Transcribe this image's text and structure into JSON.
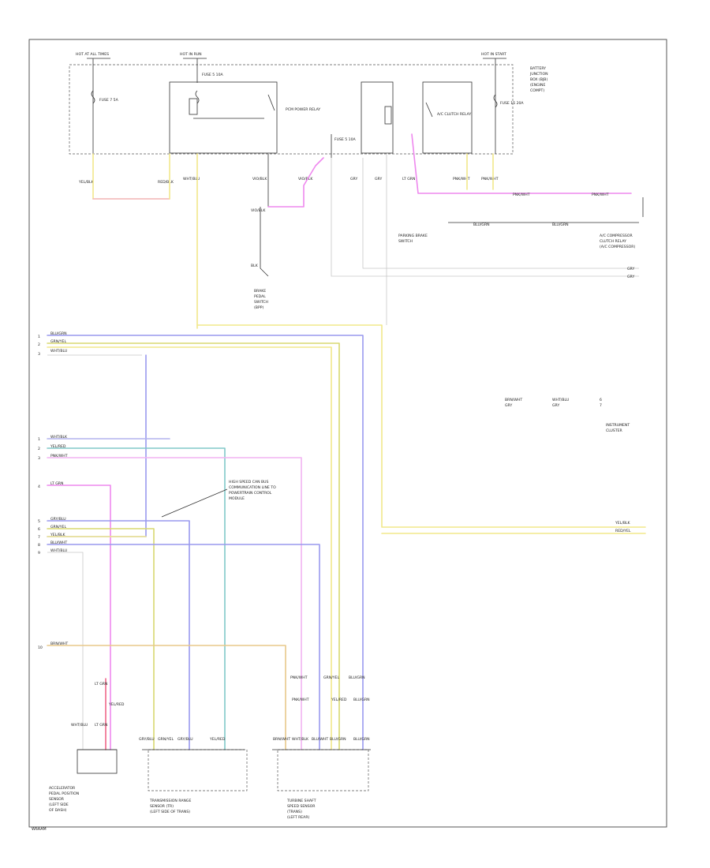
{
  "footer_code": "W6AAM",
  "modules": {
    "battery_junction_box": [
      "BATTERY",
      "JUNCTION",
      "BOX (BJB)",
      "(ENGINE",
      "COMPT)"
    ],
    "brake_pedal_switch": [
      "BRAKE",
      "PEDAL",
      "SWITCH",
      "(BPP)"
    ],
    "parking_brake_switch": [
      "PARKING BRAKE",
      "SWITCH"
    ],
    "instrument_cluster": [
      "INSTRUMENT",
      "CLUSTER"
    ],
    "accelerator_pedal_sensor": [
      "ACCELERATOR",
      "PEDAL POSITION",
      "SENSOR",
      "(LEFT SIDE",
      "OF DASH)"
    ],
    "transmission_range_sensor": [
      "TRANSMISSION RANGE",
      "SENSOR (TR)",
      "(LEFT SIDE OF TRANS)"
    ],
    "turbine_shaft_speed_sensor": [
      "TURBINE SHAFT",
      "SPEED SENSOR",
      "(TRANS)",
      "(LEFT REAR)"
    ],
    "pcm_note": [
      "HIGH SPEED CAN BUS",
      "COMMUNICATION LINE TO",
      "POWERTRAIN CONTROL",
      "MODULE"
    ],
    "ac_compressor": [
      "A/C COMPRESSOR",
      "CLUTCH RELAY",
      "(A/C COMPRESSOR)"
    ]
  },
  "fuse_labels": [
    "HOT AT ALL TIMES",
    "HOT IN RUN",
    "HOT IN START"
  ],
  "fuses": [
    "FUSE 7 5A",
    "FUSE 5 10A",
    "FUSE 15 20A"
  ],
  "relays": [
    "PCM POWER RELAY",
    "A/C CLUTCH RELAY"
  ],
  "wire_codes": [
    "YEL/BLK",
    "RED/BLK",
    "WHT/BLU",
    "BLU/GRN",
    "GRN/YEL",
    "VIO/BLK",
    "LT GRN",
    "PNK/WHT",
    "BLK",
    "GRY",
    "BRN/WHT",
    "WHT/BLK",
    "YEL/RED",
    "GRY/BLU",
    "BLU/WHT",
    "RED/YEL"
  ],
  "pin_refs": [
    "1",
    "2",
    "3",
    "4",
    "5",
    "6",
    "7",
    "8",
    "9",
    "10"
  ]
}
